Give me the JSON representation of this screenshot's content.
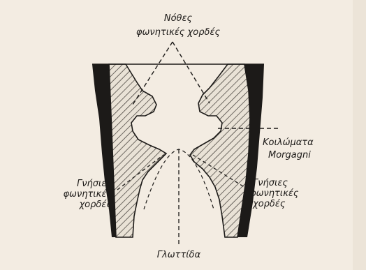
{
  "labels": {
    "false_folds": {
      "line1": "Νόθες",
      "line2": "φωνητικές χορδές"
    },
    "morgagni": {
      "line1": "Κοιλώματα",
      "line2": "Morgagni"
    },
    "true_left": {
      "line1": "Γνήσιες",
      "line2": "φωνητικές",
      "line3": "χορδές"
    },
    "true_right": {
      "line1": "Γνήσιες",
      "line2": "φωνητικές",
      "line3": "χορδές"
    },
    "glottis": "Γλωττίδα"
  },
  "colors": {
    "background": "#f3ece2",
    "ink": "#1c1a18",
    "hatch_fill": "#d9d2c6",
    "cavity": "#f6f1e8"
  }
}
